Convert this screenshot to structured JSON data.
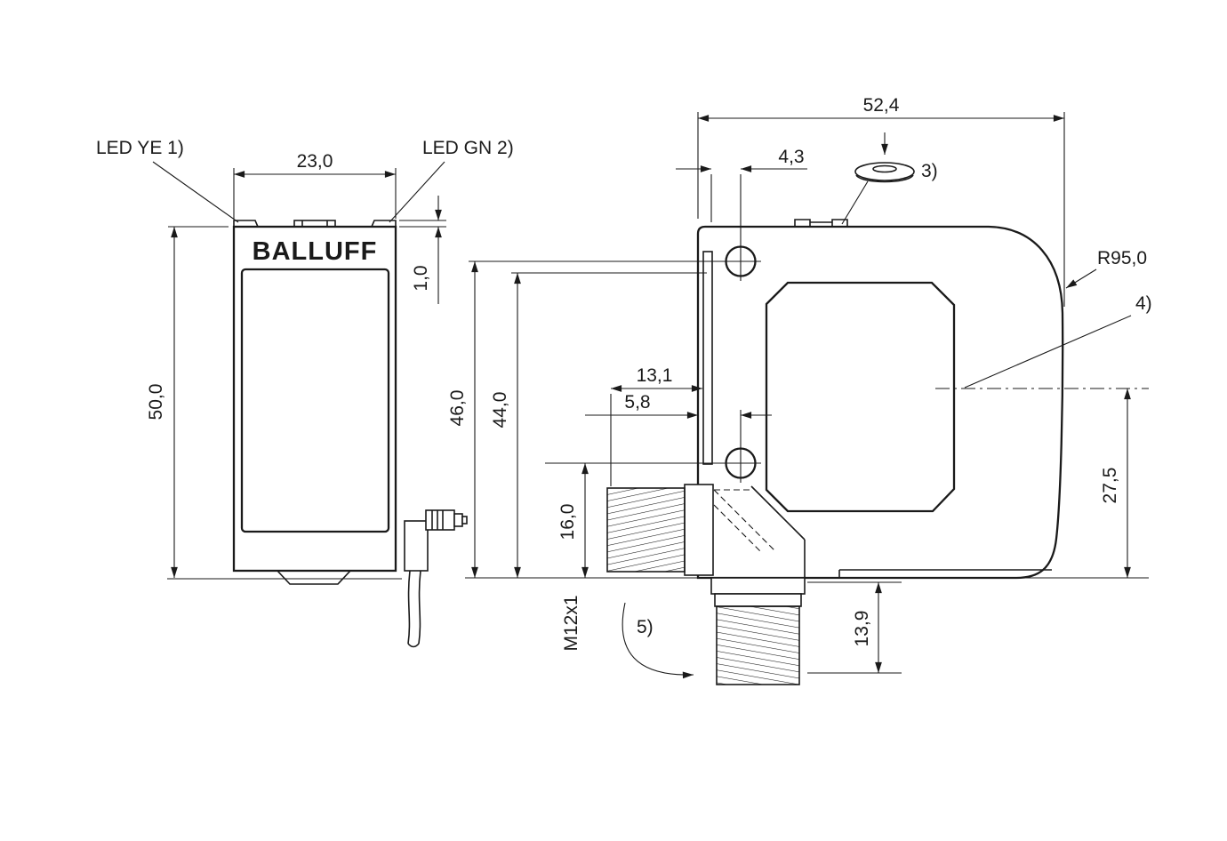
{
  "front": {
    "brand": "BALLUFF",
    "width": "23,0",
    "height": "50,0",
    "led_lip": "1,0",
    "led_ye": "LED YE 1)",
    "led_gn": "LED GN 2)"
  },
  "side": {
    "length": "52,4",
    "hole_offset": "4,3",
    "connector_protrusion": "13,1",
    "face_to_hole": "5,8",
    "height_46": "46,0",
    "height_44": "44,0",
    "height_16": "16,0",
    "connector_depth": "13,9",
    "axis_height": "27,5",
    "radius": "R95,0",
    "thread": "M12x1",
    "note_3": "3)",
    "note_4": "4)",
    "note_5": "5)"
  }
}
